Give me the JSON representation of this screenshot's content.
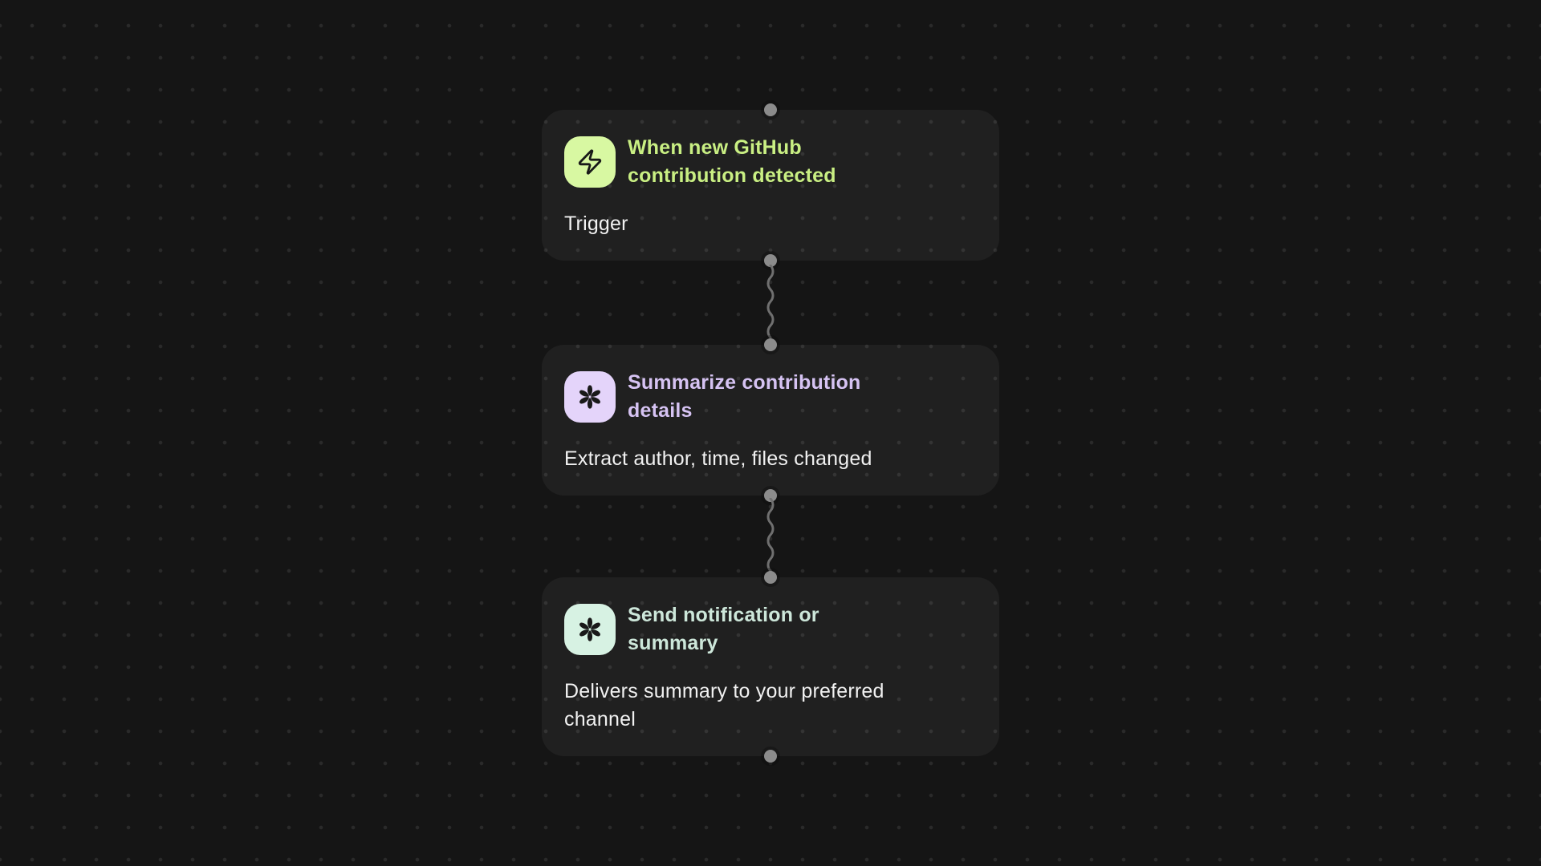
{
  "canvas": {
    "background": "#151515",
    "dot_grid_color": "#2a2a2a"
  },
  "connector": {
    "port_dot_color": "#8b8b8b",
    "wire_color": "#6f6f6f"
  },
  "nodes": [
    {
      "id": "trigger-node",
      "icon": "zap-icon",
      "icon_bg": "#d8f8a2",
      "title_color": "#c9ef83",
      "title_lines": [
        "When new GitHub",
        "contribution detected"
      ],
      "body": "Trigger"
    },
    {
      "id": "summarize-node",
      "icon": "asterisk-icon",
      "icon_bg": "#e4d4fa",
      "title_color": "#d6c3f3",
      "title_lines": [
        "Summarize contribution",
        "details"
      ],
      "body": "Extract author, time, files changed"
    },
    {
      "id": "notify-node",
      "icon": "asterisk-icon",
      "icon_bg": "#d7f2e3",
      "title_color": "#cde7da",
      "title_lines": [
        "Send notification or",
        "summary"
      ],
      "body": "Delivers summary to your preferred channel"
    }
  ]
}
